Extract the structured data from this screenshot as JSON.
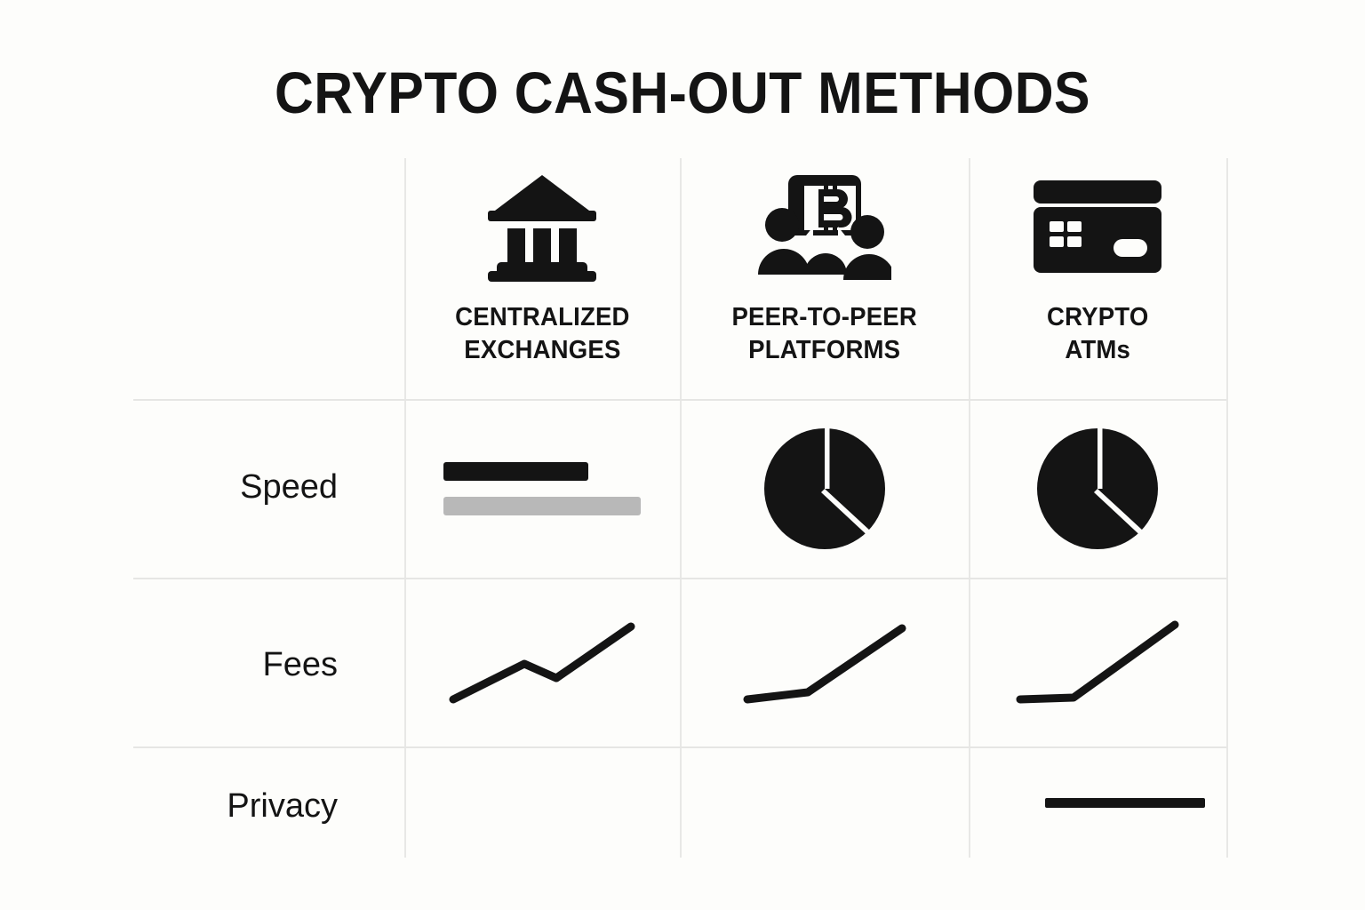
{
  "title": "CRYPTO CASH-OUT METHODS",
  "columns": [
    {
      "label_line1": "CENTRALIZED",
      "label_line2": "EXCHANGES",
      "icon": "bank-icon"
    },
    {
      "label_line1": "PEER-TO-PEER",
      "label_line2": "PLATFORMS",
      "icon": "people-exchange-bitcoin-icon"
    },
    {
      "label_line1": "CRYPTO",
      "label_line2": "ATMs",
      "icon": "payment-card-icon"
    }
  ],
  "rows": [
    {
      "label": "Speed"
    },
    {
      "label": "Fees"
    },
    {
      "label": "Privacy"
    }
  ],
  "colors": {
    "background": "#fdfdfb",
    "ink": "#141414",
    "muted_bar": "#b8b8b8",
    "gridline": "#e8e8e6"
  },
  "chart_data": {
    "type": "table",
    "title": "CRYPTO CASH-OUT METHODS",
    "categories": [
      "Centralized Exchanges",
      "Peer-to-Peer Platforms",
      "Crypto ATMs"
    ],
    "row_labels": [
      "Speed",
      "Fees",
      "Privacy"
    ],
    "cells": [
      {
        "row": "Speed",
        "column": "Centralized Exchanges",
        "glyph": "bar-pair",
        "series": [
          {
            "name": "primary",
            "value": 163,
            "max": 222,
            "color": "#141414"
          },
          {
            "name": "secondary",
            "value": 222,
            "max": 222,
            "color": "#b8b8b8"
          }
        ]
      },
      {
        "row": "Speed",
        "column": "Peer-to-Peer Platforms",
        "glyph": "pie",
        "slices": [
          {
            "name": "major",
            "value": 62
          },
          {
            "name": "minor",
            "value": 38
          }
        ]
      },
      {
        "row": "Speed",
        "column": "Crypto ATMs",
        "glyph": "pie",
        "slices": [
          {
            "name": "major",
            "value": 62
          },
          {
            "name": "minor",
            "value": 38
          }
        ]
      },
      {
        "row": "Fees",
        "column": "Centralized Exchanges",
        "glyph": "line",
        "points": [
          [
            0,
            12
          ],
          [
            40,
            45
          ],
          [
            58,
            33
          ],
          [
            100,
            82
          ]
        ]
      },
      {
        "row": "Fees",
        "column": "Peer-to-Peer Platforms",
        "glyph": "line",
        "points": [
          [
            0,
            10
          ],
          [
            38,
            18
          ],
          [
            100,
            80
          ]
        ]
      },
      {
        "row": "Fees",
        "column": "Crypto ATMs",
        "glyph": "line",
        "points": [
          [
            0,
            8
          ],
          [
            34,
            10
          ],
          [
            100,
            84
          ]
        ]
      },
      {
        "row": "Privacy",
        "column": "Centralized Exchanges",
        "glyph": "empty"
      },
      {
        "row": "Privacy",
        "column": "Peer-to-Peer Platforms",
        "glyph": "empty"
      },
      {
        "row": "Privacy",
        "column": "Crypto ATMs",
        "glyph": "bar",
        "value": 100,
        "max": 100,
        "color": "#141414"
      }
    ]
  }
}
